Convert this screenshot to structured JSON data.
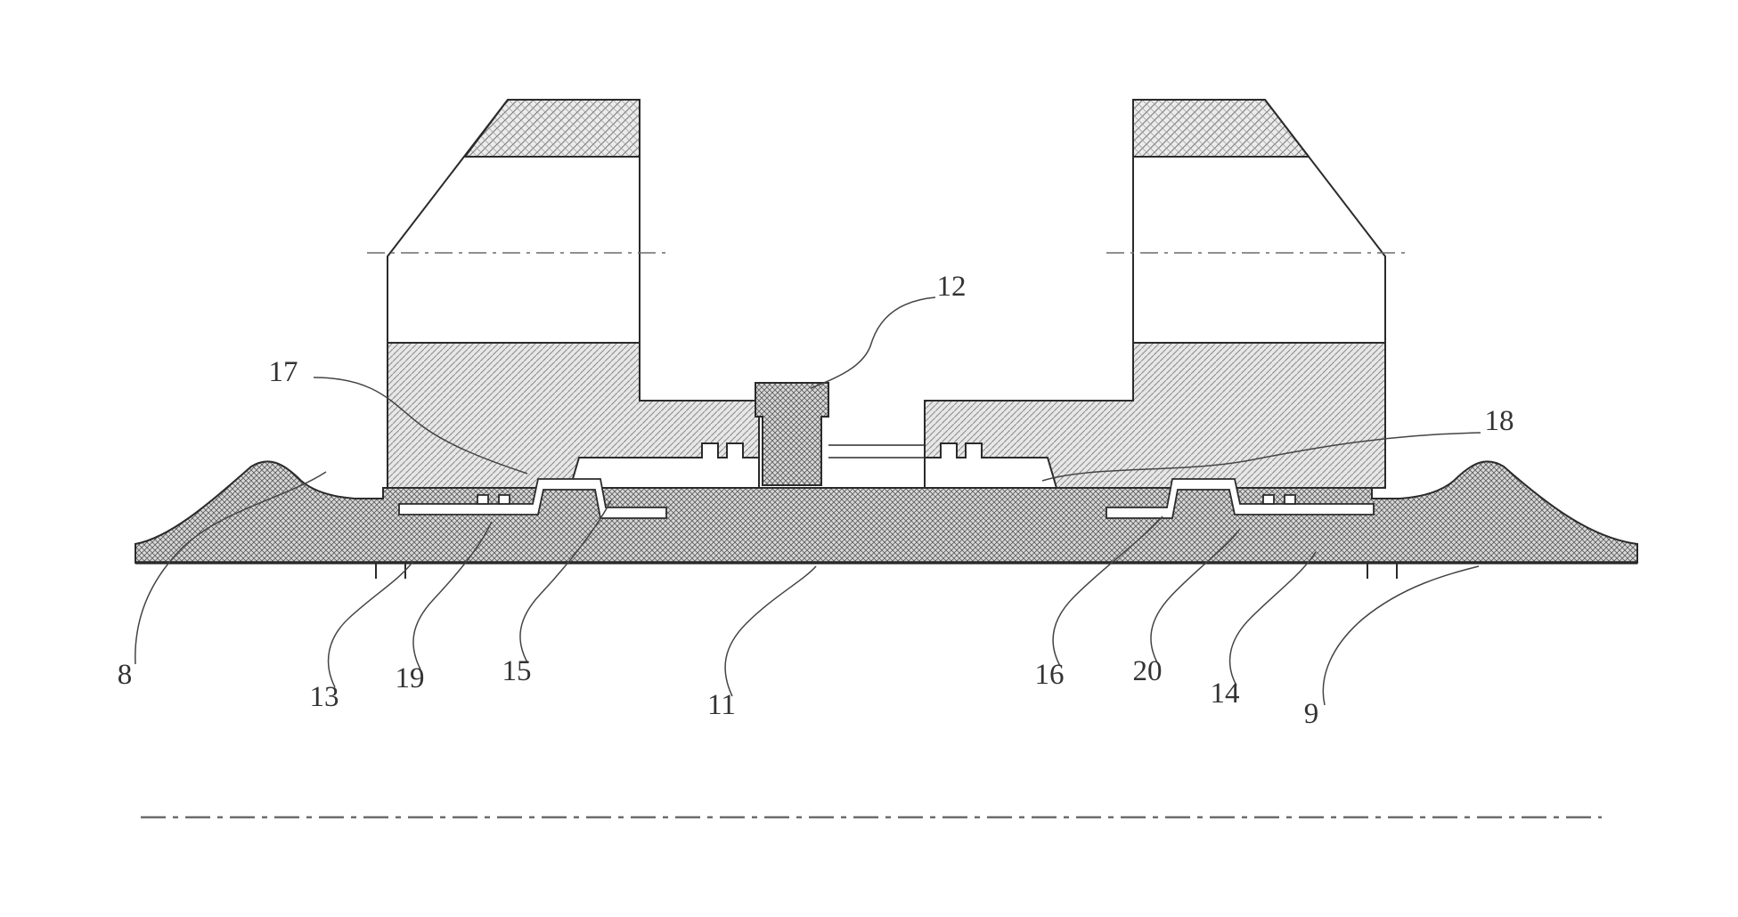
{
  "figure": {
    "background_color": "#ffffff",
    "line_color": "#2b2b2b",
    "leader_line_color": "#444444",
    "centerline_color": "#6b6b6b",
    "label_color": "#333333",
    "reference_labels": [
      {
        "text": "8"
      },
      {
        "text": "9"
      },
      {
        "text": "11"
      },
      {
        "text": "12"
      },
      {
        "text": "13"
      },
      {
        "text": "14"
      },
      {
        "text": "15"
      },
      {
        "text": "16"
      },
      {
        "text": "17"
      },
      {
        "text": "18"
      },
      {
        "text": "19"
      },
      {
        "text": "20"
      }
    ]
  }
}
